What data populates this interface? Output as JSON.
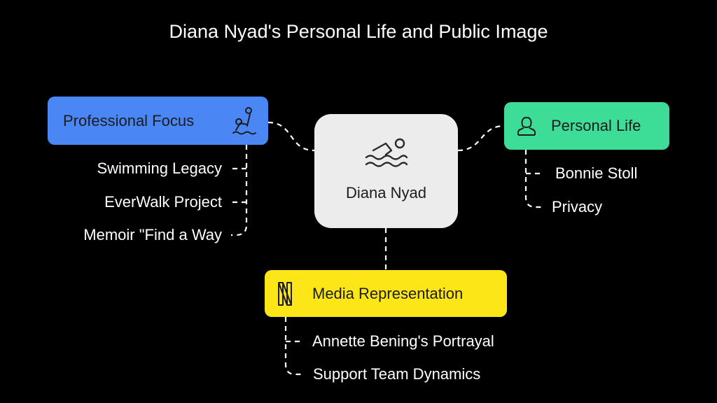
{
  "title": "Diana Nyad's Personal Life and Public Image",
  "center": {
    "label": "Diana Nyad",
    "icon": "swimmer-icon",
    "color": "#ececec"
  },
  "branches": {
    "professional": {
      "label": "Professional Focus",
      "icon": "swimmer-raising-hand-icon",
      "color": "#4b86f5",
      "children": [
        "Swimming Legacy",
        "EverWalk Project",
        "Memoir \"Find a Way"
      ]
    },
    "personal": {
      "label": "Personal Life",
      "icon": "person-icon",
      "color": "#3ddc97",
      "children": [
        "Bonnie Stoll",
        "Privacy"
      ]
    },
    "media": {
      "label": "Media Representation",
      "icon": "netflix-n-icon",
      "color": "#fde618",
      "children": [
        "Annette Bening's Portrayal",
        "Support Team Dynamics"
      ]
    }
  }
}
